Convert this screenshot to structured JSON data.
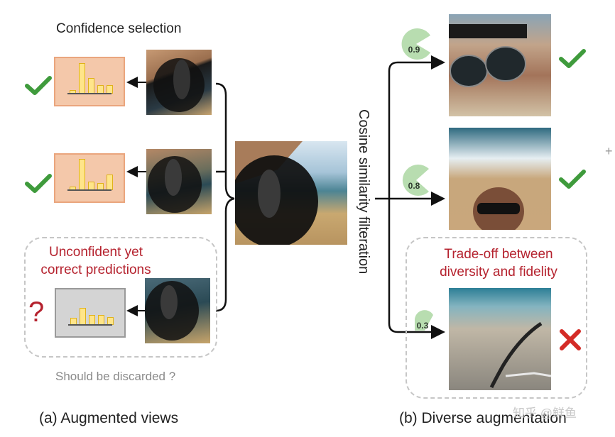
{
  "left": {
    "heading": "Confidence selection",
    "unconfident_text": "Unconfident yet correct predictions",
    "question_mark": "?",
    "discard_note": "Should be discarded ?",
    "caption": "(a) Augmented views",
    "histograms": [
      {
        "status": "confident",
        "bars": [
          0.12,
          0.98,
          0.5,
          0.28,
          0.28
        ]
      },
      {
        "status": "confident",
        "bars": [
          0.12,
          1.0,
          0.28,
          0.22,
          0.5
        ]
      },
      {
        "status": "unconfident",
        "bars": [
          0.22,
          0.55,
          0.32,
          0.32,
          0.24
        ]
      }
    ]
  },
  "center": {
    "process_label": "Cosine similarity filteration"
  },
  "right": {
    "tradeoff_text": "Trade-off between diversity and fidelity",
    "caption": "(b) Diverse augmentation",
    "items": [
      {
        "score": "0.9",
        "result": "accepted"
      },
      {
        "score": "0.8",
        "result": "accepted"
      },
      {
        "score": "0.3",
        "result": "rejected"
      }
    ]
  },
  "watermark": "知乎 @鲜鱼",
  "plus": "+",
  "colors": {
    "check": "#3f9b3c",
    "cross": "#d42b26",
    "red_text": "#b5222e",
    "pie": "#b8ddb0",
    "arrow": "#111111",
    "hist_ok_fill": "#f4c8aa",
    "hist_bad_fill": "#d4d4d4"
  },
  "icons": {
    "check": "check-icon",
    "cross": "cross-icon",
    "question": "question-icon",
    "pie": "pie-score-icon"
  }
}
